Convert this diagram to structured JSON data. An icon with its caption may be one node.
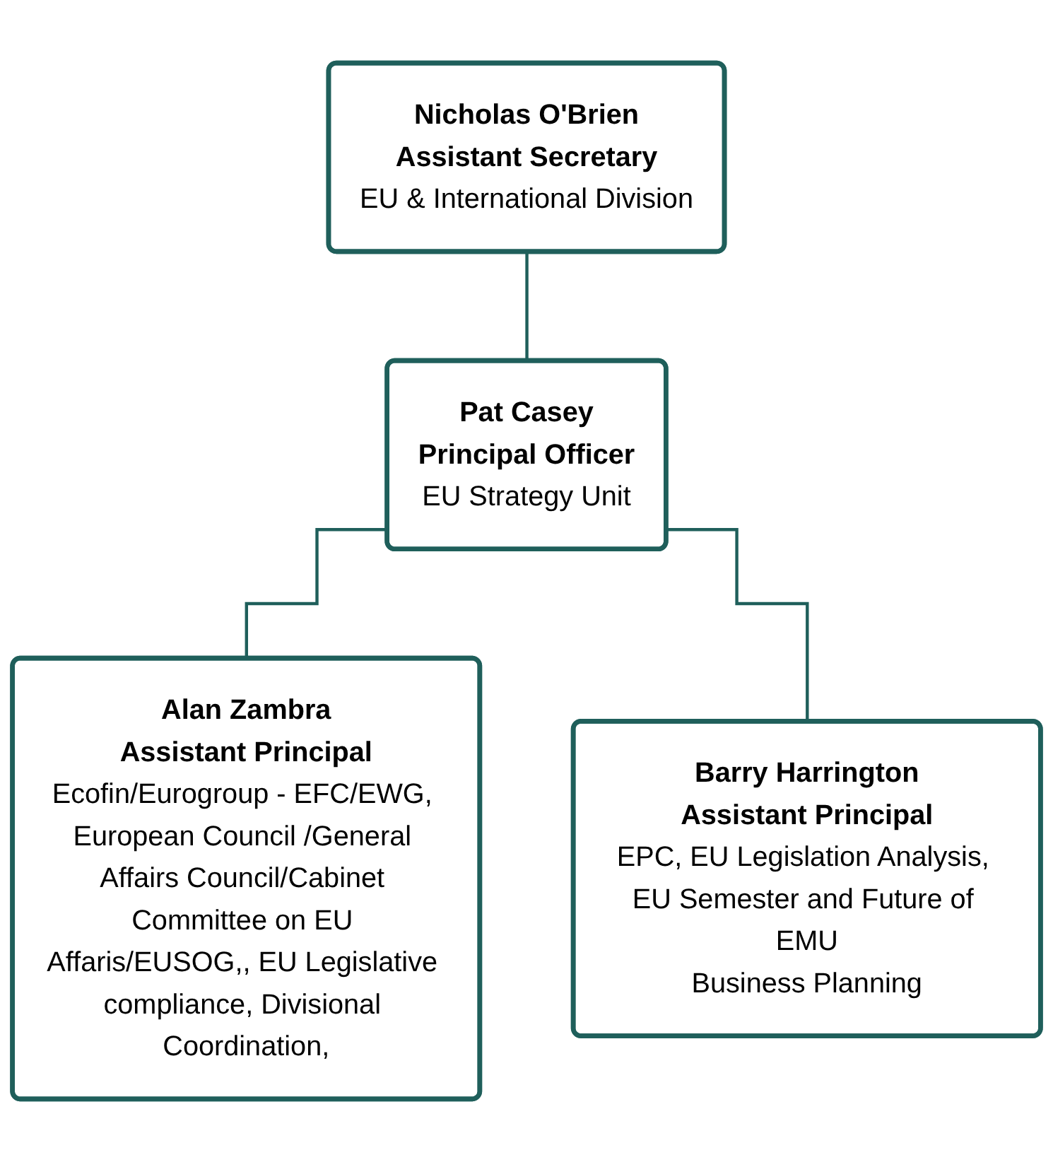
{
  "diagram": {
    "nodes": [
      {
        "text": [
          "Nicholas O'Brien",
          "Assistant Secretary",
          "EU & International Division"
        ]
      },
      {
        "text": [
          "Pat Casey",
          "Principal Officer",
          "EU Strategy Unit"
        ]
      },
      {
        "text": [
          "Alan Zambra",
          "Assistant Principal",
          "Ecofin/Eurogroup - EFC/EWG, European Council /General Affairs Council/Cabinet Committee on EU Affaris/EUSOG,, EU Legislative compliance, Divisional Coordination,"
        ]
      },
      {
        "text": [
          "Barry Harrington",
          "Assistant Principal",
          "EPC, EU Legislation Analysis, EU Semester and Future of EMU",
          "Business Planning"
        ]
      }
    ],
    "edges": [
      {
        "from": 0,
        "to": 1,
        "arrow": "none"
      },
      {
        "from": 1,
        "to": 2,
        "arrow": "none"
      },
      {
        "from": 1,
        "to": 3,
        "arrow": "none"
      }
    ]
  }
}
